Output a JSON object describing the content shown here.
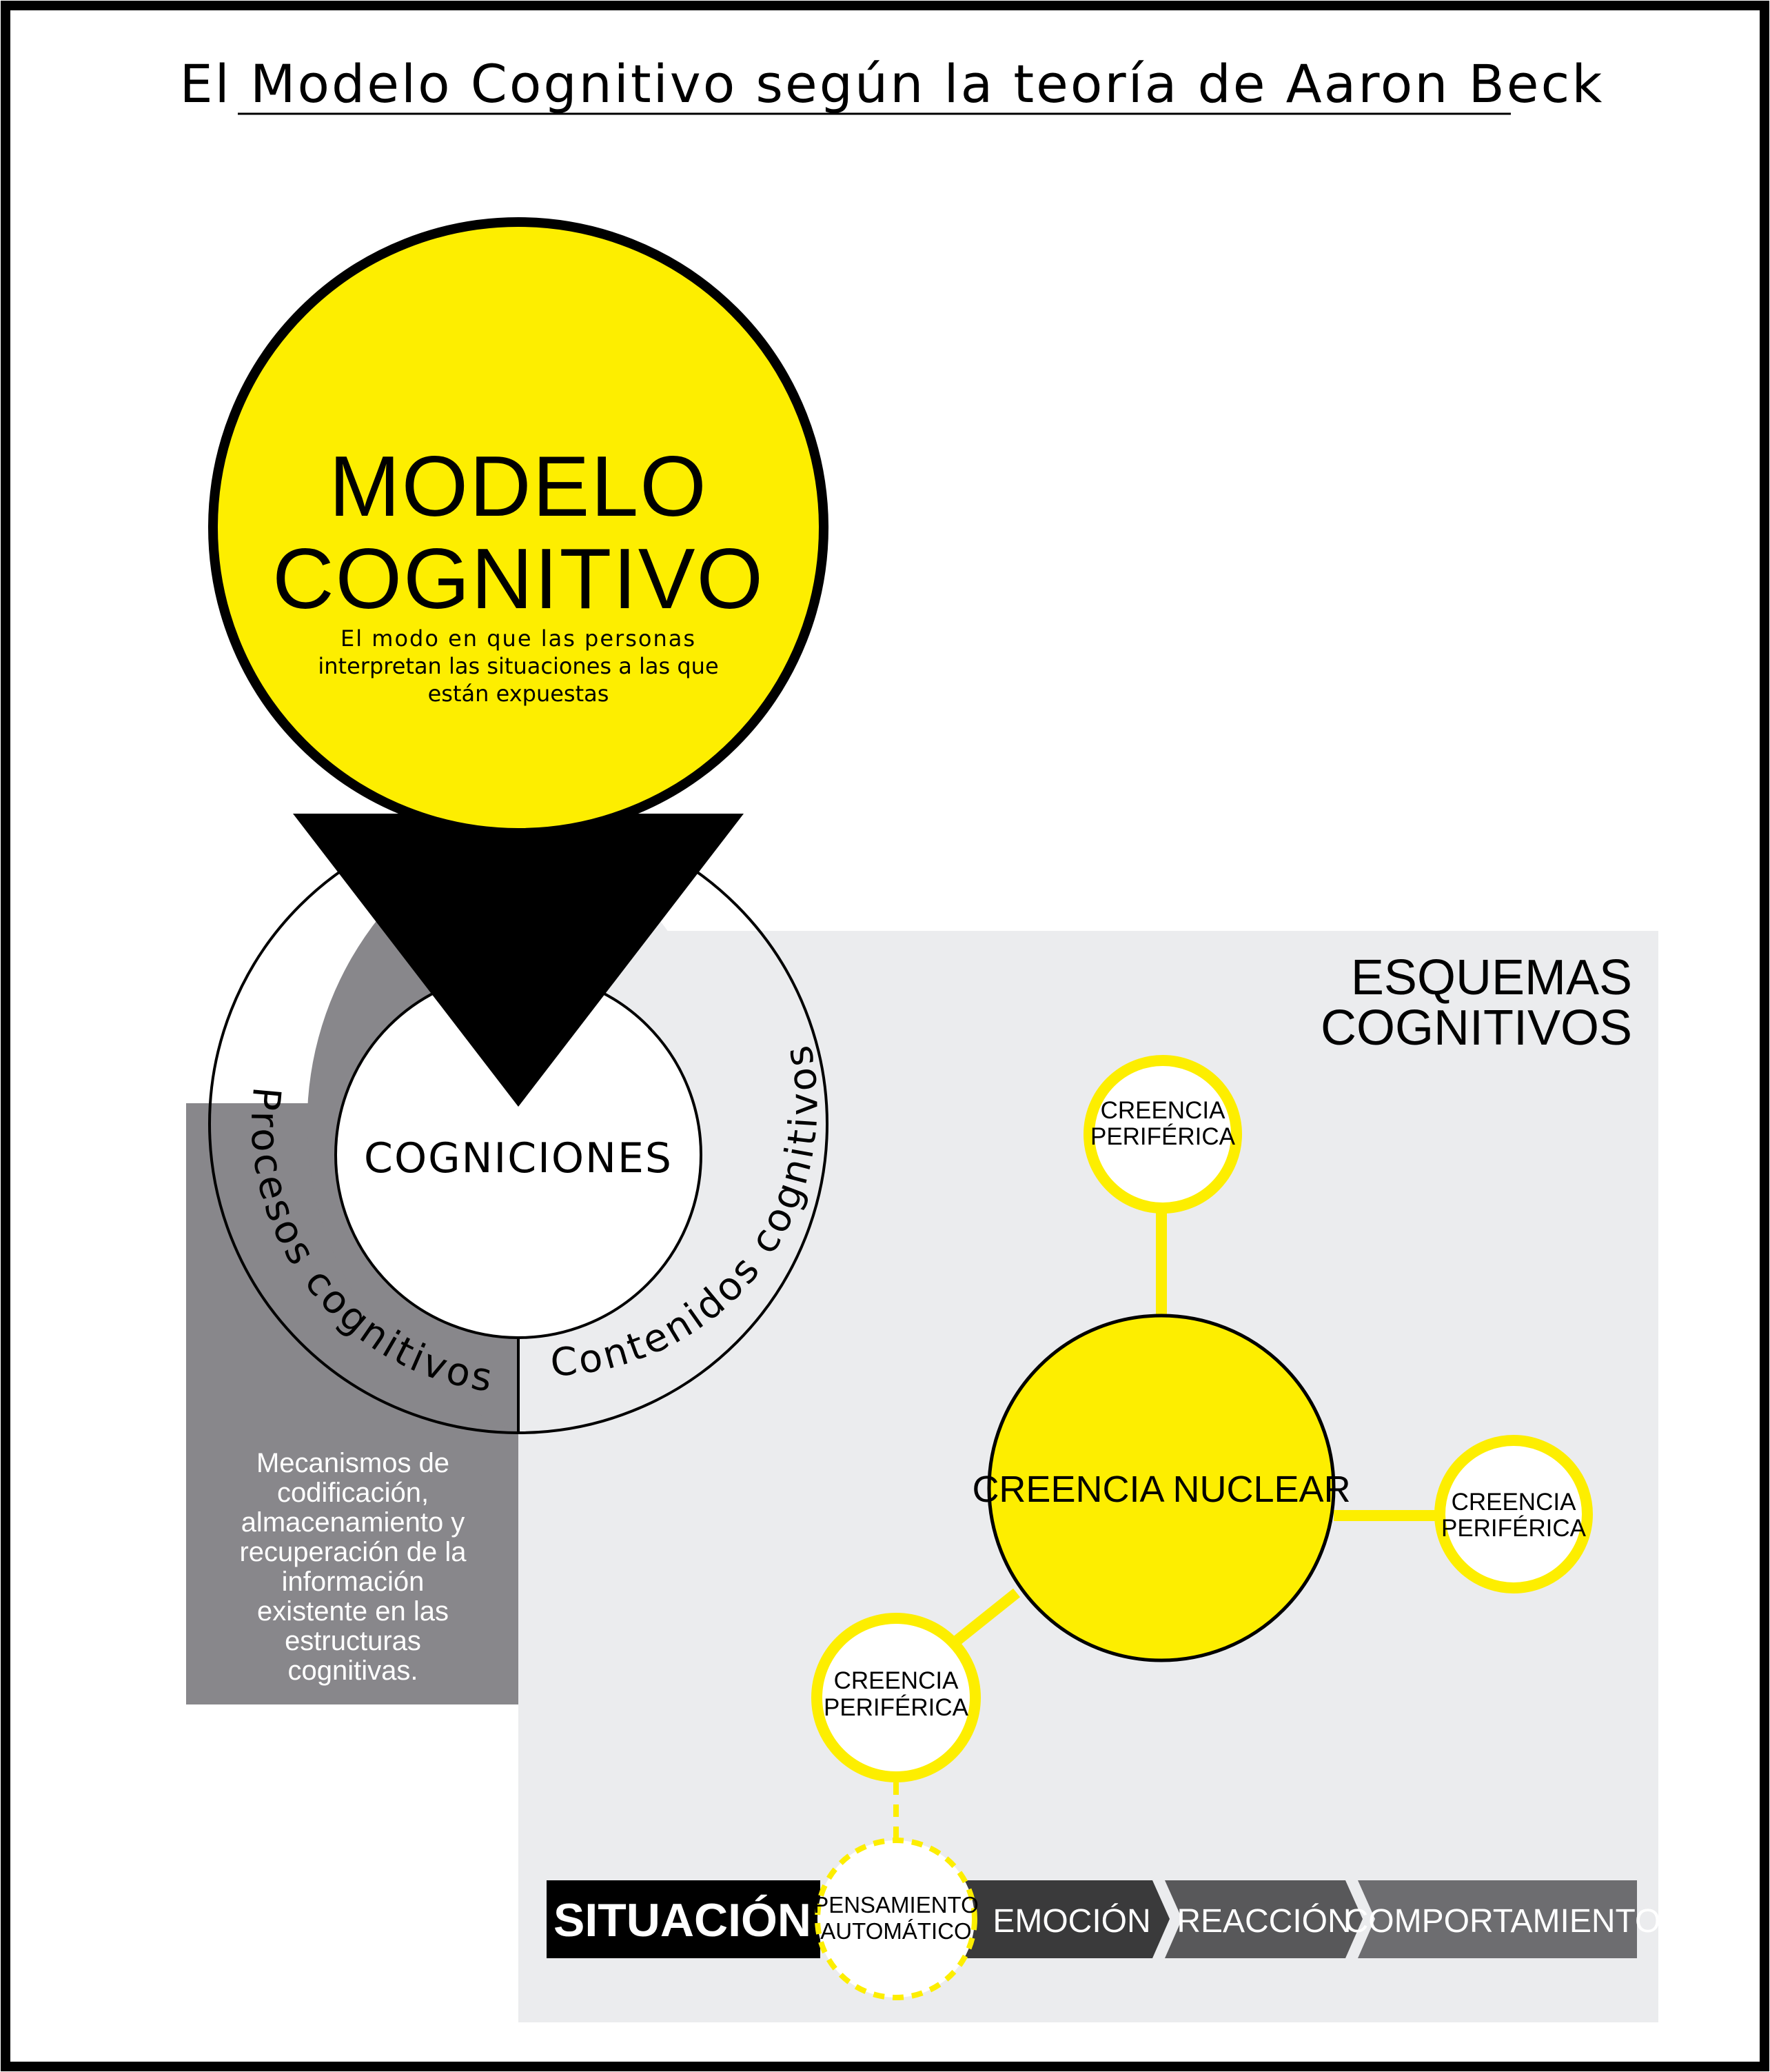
{
  "title": "El Modelo Cognitivo según la teoría de Aaron Beck",
  "modelo": {
    "line1": "MODELO",
    "line2": "COGNITIVO",
    "desc": [
      "El modo en que las personas",
      "interpretan las situaciones a las que",
      "están expuestas"
    ]
  },
  "ring": {
    "center": "COGNICIONES",
    "left": "Procesos cognitivos",
    "right": "Contenidos cognitivos"
  },
  "mecanismos": [
    "Mecanismos de",
    "codificación,",
    "almacenamiento y",
    "recuperación de la",
    "información",
    "existente en las",
    "estructuras",
    "cognitivas."
  ],
  "esquemas": {
    "title1": "ESQUEMAS",
    "title2": "COGNITIVOS",
    "nuclear": "CREENCIA NUCLEAR",
    "peripheral1": "CREENCIA",
    "peripheral2": "PERIFÉRICA"
  },
  "flow": {
    "situacion": "SITUACIÓN",
    "pensamiento1": "PENSAMIENTO",
    "pensamiento2": "AUTOMÁTICO",
    "emocion": "EMOCIÓN",
    "reaccion": "REACCIÓN",
    "comportamiento": "COMPORTAMIENTO"
  },
  "colors": {
    "yellow": "#fdee00",
    "black": "#000000",
    "dark_gray": "#88878b",
    "light_gray": "#ebecee",
    "flow_dark": "#3a3a3b",
    "flow_mid": "#58585a",
    "flow_light": "#6d6d70"
  }
}
